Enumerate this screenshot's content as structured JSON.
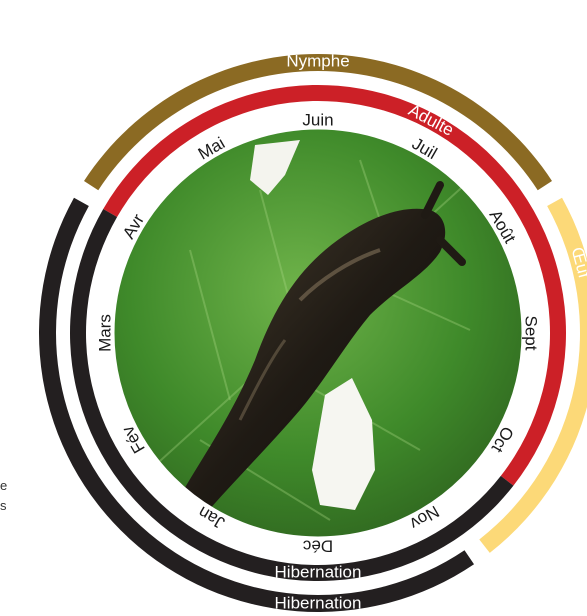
{
  "colors": {
    "nymphe": "#8b6a23",
    "adulte": "#cc2027",
    "oeuf": "#fcd978",
    "hibernation": "#231f20",
    "month_ring": "#ffffff",
    "text": "#1a1a1a"
  },
  "months": [
    "Jan",
    "Fév",
    "Mars",
    "Avr",
    "Mai",
    "Juin",
    "Juil",
    "Août",
    "Sept",
    "Oct",
    "Nov",
    "Déc"
  ],
  "bands": {
    "nymphe": "Nymphe",
    "adulte": "Adulte",
    "oeuf": "Œuf",
    "hibernation_inner": "Hibernation",
    "hibernation_outer": "Hibernation"
  },
  "side_text": [
    "e",
    "s"
  ],
  "photo": {
    "subject": "slug-on-leaf",
    "colors": [
      "#3f8a2a",
      "#2a5a1c",
      "#1f1a14"
    ]
  }
}
